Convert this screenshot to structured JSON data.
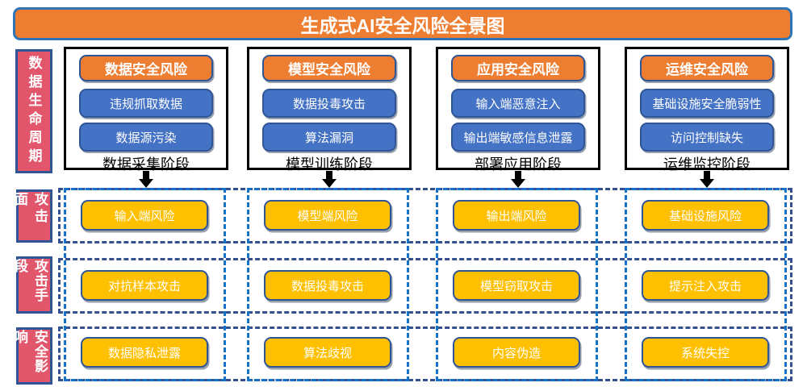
{
  "title": "生成式AI安全风险全景图",
  "side_labels": [
    {
      "text": "数据生命周期"
    },
    {
      "text": "攻击面"
    },
    {
      "text": "攻击手段"
    },
    {
      "text": "安全影响"
    }
  ],
  "columns": [
    {
      "header": "数据安全风险",
      "risks": [
        "违规抓取数据",
        "数据源污染"
      ],
      "stage": "数据采集阶段",
      "attack_surface": "输入端风险",
      "attack_method": "对抗样本攻击",
      "impact": "数据隐私泄露"
    },
    {
      "header": "模型安全风险",
      "risks": [
        "数据投毒攻击",
        "算法漏洞"
      ],
      "stage": "模型训练阶段",
      "attack_surface": "模型端风险",
      "attack_method": "数据投毒攻击",
      "impact": "算法歧视"
    },
    {
      "header": "应用安全风险",
      "risks": [
        "输入端恶意注入",
        "输出端敏感信息泄露"
      ],
      "stage": "部署应用阶段",
      "attack_surface": "输出端风险",
      "attack_method": "模型窃取攻击",
      "impact": "内容伪造"
    },
    {
      "header": "运维安全风险",
      "risks": [
        "基础设施安全脆弱性",
        "访问控制缺失"
      ],
      "stage": "运维监控阶段",
      "attack_surface": "基础设施风险",
      "attack_method": "提示注入攻击",
      "impact": "系统失控"
    }
  ],
  "colors": {
    "orange": "#ED7D31",
    "blue": "#4472C4",
    "red_label": "#E2566B",
    "yellow": "#FFC000",
    "dark_border": "#2F5597",
    "title_border": "#2E75B6",
    "dashed_column": "#1472C8",
    "dashed_row": "#35508F",
    "arrow": "#000000"
  }
}
